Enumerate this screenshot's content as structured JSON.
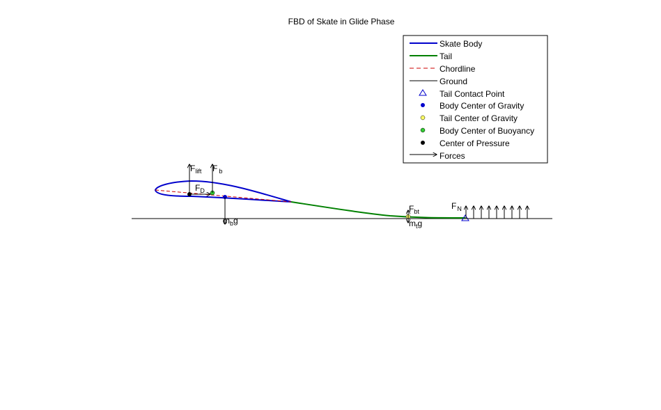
{
  "title": "FBD of Skate in Glide Phase",
  "colors": {
    "skate_body": "#0000cc",
    "tail": "#008000",
    "chordline": "#cc0000",
    "ground": "#000000",
    "tail_contact": "#0000cc",
    "body_cg": "#0000cc",
    "tail_cg": "#ffff66",
    "buoyancy": "#33cc33",
    "pressure": "#000000"
  },
  "legend": {
    "items": [
      {
        "label": "Skate Body",
        "symbol": "line-blue"
      },
      {
        "label": "Tail",
        "symbol": "line-green"
      },
      {
        "label": "Chordline",
        "symbol": "dashed-red"
      },
      {
        "label": "Ground",
        "symbol": "line-black"
      },
      {
        "label": "Tail Contact Point",
        "symbol": "triangle-icon"
      },
      {
        "label": "Body Center of Gravity",
        "symbol": "blue-dot-icon"
      },
      {
        "label": "Tail Center of Gravity",
        "symbol": "yellow-dot-icon"
      },
      {
        "label": "Body Center of Buoyancy",
        "symbol": "green-dot-icon"
      },
      {
        "label": "Center of Pressure",
        "symbol": "black-dot-icon"
      },
      {
        "label": "Forces",
        "symbol": "arrow-icon"
      }
    ]
  },
  "forces": {
    "lift": {
      "main": "F",
      "sub": "lift"
    },
    "buoyancy": {
      "main": "F",
      "sub": "b"
    },
    "drag": {
      "main": "F",
      "sub": "D"
    },
    "body_weight": {
      "pre": "m",
      "sub": "b",
      "post": "g"
    },
    "tail_buoyancy": {
      "main": "F",
      "sub": "bt"
    },
    "tail_weight": {
      "pre": "m",
      "sub": "t",
      "post": "g"
    },
    "normal": {
      "main": "F",
      "sub": "N"
    }
  }
}
